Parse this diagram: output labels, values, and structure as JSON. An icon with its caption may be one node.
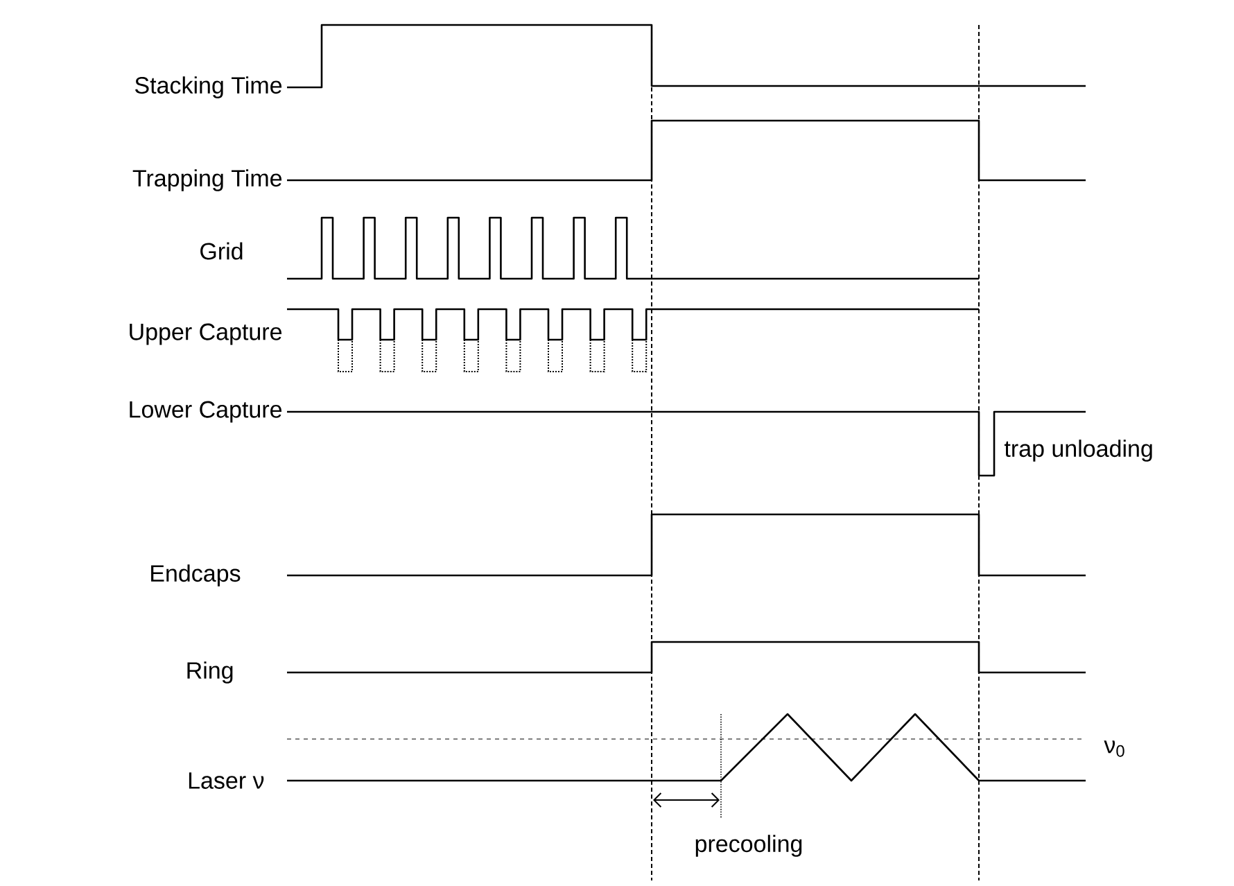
{
  "diagram": {
    "labels": [
      "Stacking Time",
      "Trapping Time",
      "Grid",
      "Upper Capture",
      "Lower Capture",
      "trap unloading",
      "Endcaps",
      "Ring",
      "ν$_{0}$",
      "Laser ν",
      "precooling"
    ]
  }
}
